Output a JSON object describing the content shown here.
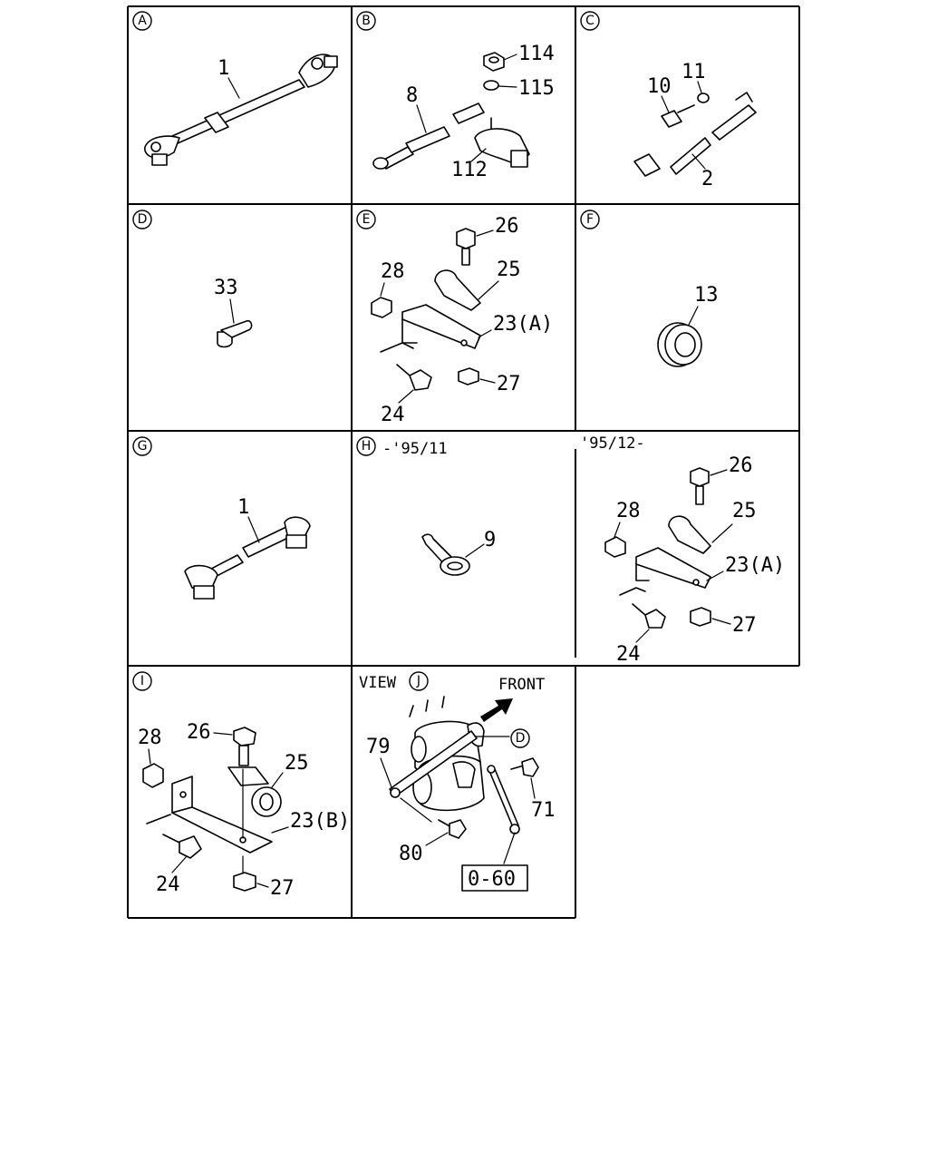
{
  "panels": {
    "A": {
      "letter": "A",
      "labels": [
        "1"
      ]
    },
    "B": {
      "letter": "B",
      "labels": [
        "114",
        "115",
        "8",
        "112"
      ]
    },
    "C": {
      "letter": "C",
      "labels": [
        "11",
        "10",
        "2"
      ]
    },
    "D": {
      "letter": "D",
      "labels": [
        "33"
      ]
    },
    "E": {
      "letter": "E",
      "labels": [
        "26",
        "28",
        "25",
        "23(A)",
        "27",
        "24"
      ]
    },
    "F": {
      "letter": "F",
      "labels": [
        "13"
      ]
    },
    "G": {
      "letter": "G",
      "labels": [
        "1"
      ]
    },
    "H": {
      "letter": "H",
      "caption": "-'95/11",
      "labels": [
        "9"
      ],
      "caption2": "'95/12-",
      "labels2": [
        "26",
        "28",
        "25",
        "23(A)",
        "24",
        "27"
      ]
    },
    "I": {
      "letter": "I",
      "labels": [
        "28",
        "26",
        "25",
        "23(B)",
        "24",
        "27"
      ]
    },
    "J": {
      "letter": "J",
      "view": "VIEW",
      "front": "FRONT",
      "callout": "D",
      "labels": [
        "79",
        "71",
        "80"
      ],
      "ref_box": "0-60"
    }
  }
}
